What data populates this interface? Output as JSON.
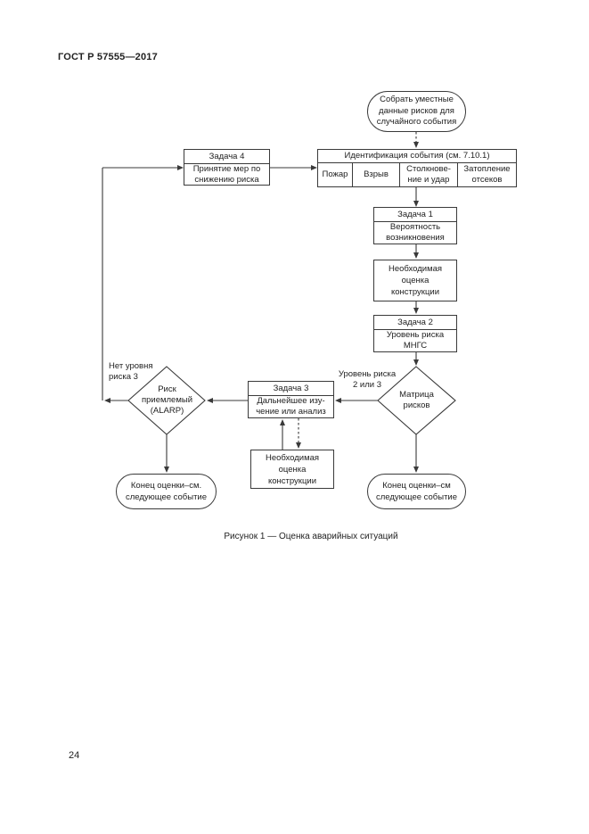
{
  "colors": {
    "ink": "#3a3a3a",
    "text": "#222222",
    "paper": "#ffffff"
  },
  "header": {
    "title": "ГОСТ Р 57555—2017"
  },
  "footer": {
    "page_number": "24"
  },
  "figure": {
    "caption": "Рисунок 1 — Оценка аварийных ситуаций"
  },
  "flowchart": {
    "start_terminator": {
      "lines": [
        "Собрать уместные",
        "данные рисков для",
        "случайного события"
      ]
    },
    "identification": {
      "title": "Идентификация события (см. 7.10.1)",
      "cells": [
        {
          "lines": [
            "Пожар"
          ]
        },
        {
          "lines": [
            "Взрыв"
          ]
        },
        {
          "lines": [
            "Столкнове-",
            "ние и удар"
          ]
        },
        {
          "lines": [
            "Затопление",
            "отсеков"
          ]
        }
      ]
    },
    "task4": {
      "title": "Задача 4",
      "lines": [
        "Принятие мер по",
        "снижению риска"
      ]
    },
    "task1": {
      "title": "Задача 1",
      "lines": [
        "Вероятность",
        "возникновения"
      ]
    },
    "structural_assessment_upper": {
      "lines": [
        "Необходимая",
        "оценка",
        "конструкции"
      ]
    },
    "task2": {
      "title": "Задача 2",
      "lines": [
        "Уровень риска",
        "МНГС"
      ]
    },
    "risk_matrix_decision": {
      "lines": [
        "Матрица",
        "рисков"
      ]
    },
    "risk_level_label": {
      "lines": [
        "Уровень риска",
        "2 или 3"
      ]
    },
    "task3": {
      "title": "Задача 3",
      "lines": [
        "Дальнейшее изу-",
        "чение или анализ"
      ]
    },
    "alarp_decision": {
      "lines": [
        "Риск",
        "приемлемый",
        "(ALARP)"
      ]
    },
    "no_level3_label": {
      "lines": [
        "Нет уровня",
        "риска 3"
      ]
    },
    "structural_assessment_lower": {
      "lines": [
        "Необходимая",
        "оценка",
        "конструкции"
      ]
    },
    "end_terminator_left": {
      "lines": [
        "Конец оценки–см.",
        "следующее событие"
      ]
    },
    "end_terminator_right": {
      "lines": [
        "Конец оценки–см",
        "следующее событие"
      ]
    }
  }
}
